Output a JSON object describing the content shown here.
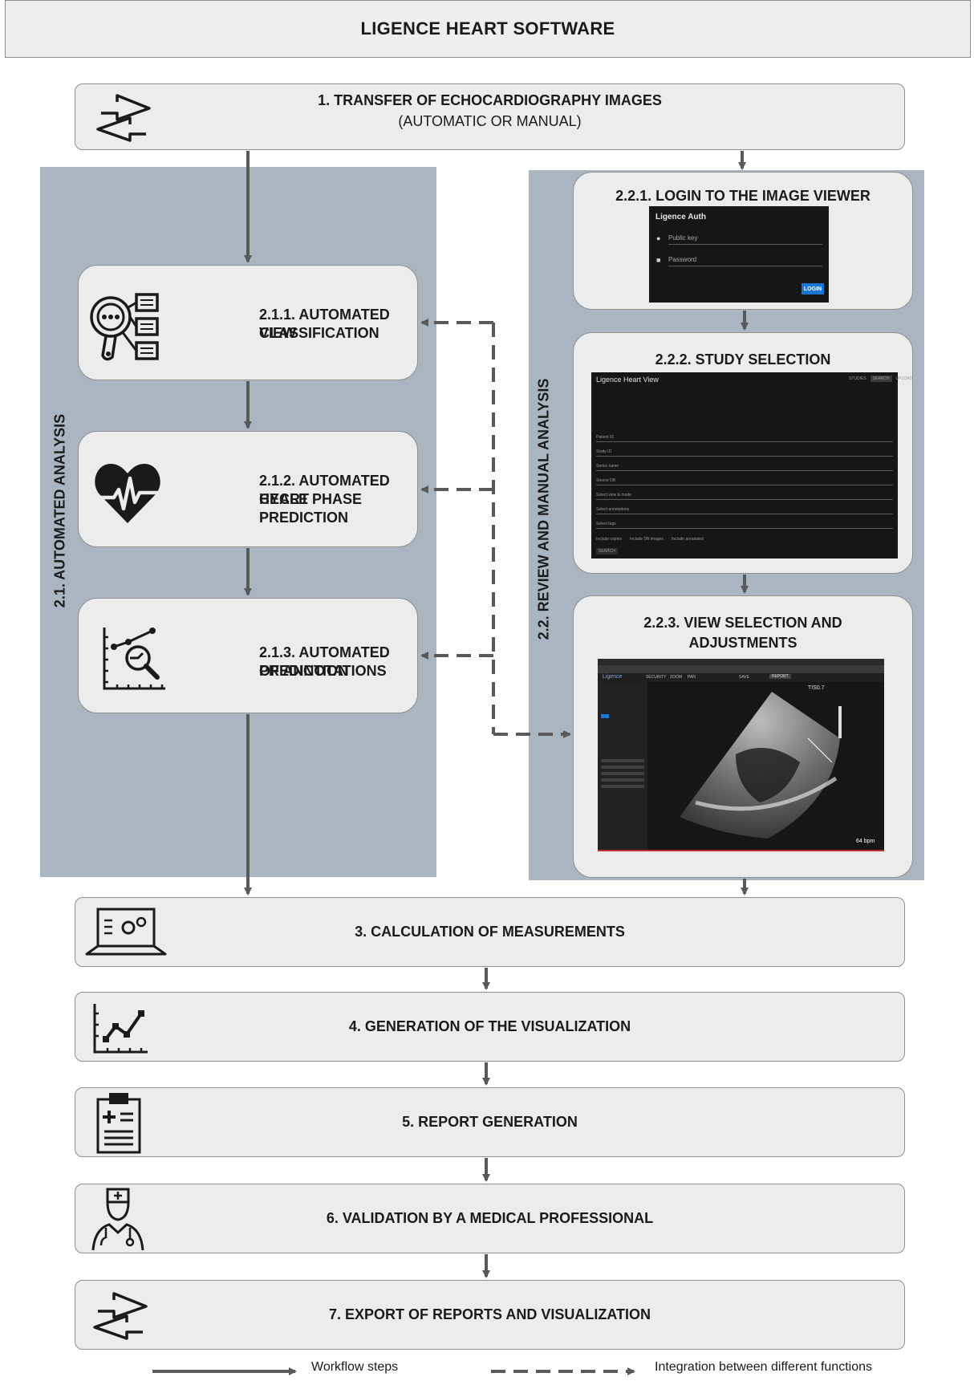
{
  "title": "LIGENCE HEART SOFTWARE",
  "step1": {
    "title": "1.  TRANSFER OF ECHOCARDIOGRAPHY IMAGES",
    "subtitle": "(AUTOMATIC OR MANUAL)",
    "icon": "transfer-arrows-icon"
  },
  "panel_left": {
    "label": "2.1. AUTOMATED ANALYSIS",
    "steps": [
      {
        "label_line1": "2.1.1. AUTOMATED VIEW",
        "label_line2": "CLASSIFICATION",
        "icon": "classification-magnifier-icon"
      },
      {
        "label_line1": "2.1.2. AUTOMATED HEART",
        "label_line2": "CYCLE PHASE PREDICTION",
        "icon": "heart-pulse-icon"
      },
      {
        "label_line1": "2.1.3. AUTOMATED PREDICTION",
        "label_line2": "OF ANNOTATIONS",
        "icon": "chart-magnifier-icon"
      }
    ]
  },
  "panel_right": {
    "label": "2.2. REVIEW AND MANUAL ANALYSIS",
    "login": {
      "title": "2.2.1. LOGIN TO THE IMAGE VIEWER",
      "screen_title": "Ligence Auth",
      "public_key": "Public key",
      "password": "Password",
      "button": "LOGIN"
    },
    "study": {
      "title": "2.2.2. STUDY SELECTION",
      "app_name": "Ligence Heart View",
      "tabs": [
        "STUDIES",
        "SEARCH",
        "UPLOAD"
      ],
      "fields": [
        "Patient ID",
        "Study ID",
        "Series name",
        "Source DB",
        "Select view & mode",
        "Select annotations",
        "Select tags"
      ],
      "checkboxes": [
        "Include copies",
        "Include DB images",
        "Include annotated"
      ],
      "search_button": "SEARCH"
    },
    "view": {
      "title_line1": "2.2.3. VIEW SELECTION AND",
      "title_line2": "ADJUSTMENTS",
      "app_logo": "Ligence",
      "toolbar_items": [
        "SECURITY",
        "ZOOM",
        "PAN",
        "SAVE",
        "REPORT"
      ],
      "frame_label": "TIS0.7",
      "heart_rate": "64 bpm"
    }
  },
  "steps": [
    {
      "label": "3. CALCULATION OF MEASUREMENTS",
      "icon": "laptop-gears-icon"
    },
    {
      "label": "4. GENERATION OF THE VISUALIZATION",
      "icon": "line-chart-icon"
    },
    {
      "label": "5. REPORT GENERATION",
      "icon": "clipboard-report-icon"
    },
    {
      "label": "6. VALIDATION BY A MEDICAL PROFESSIONAL",
      "icon": "doctor-icon"
    },
    {
      "label": "7. EXPORT OF REPORTS AND VISUALIZATION",
      "icon": "transfer-arrows-icon"
    }
  ],
  "legend": {
    "solid": "Workflow steps",
    "dashed": "Integration between different functions"
  },
  "colors": {
    "panel": "#a9b5c1",
    "box": "#ececec",
    "arrow": "#595959",
    "login_button": "#1976d2"
  }
}
